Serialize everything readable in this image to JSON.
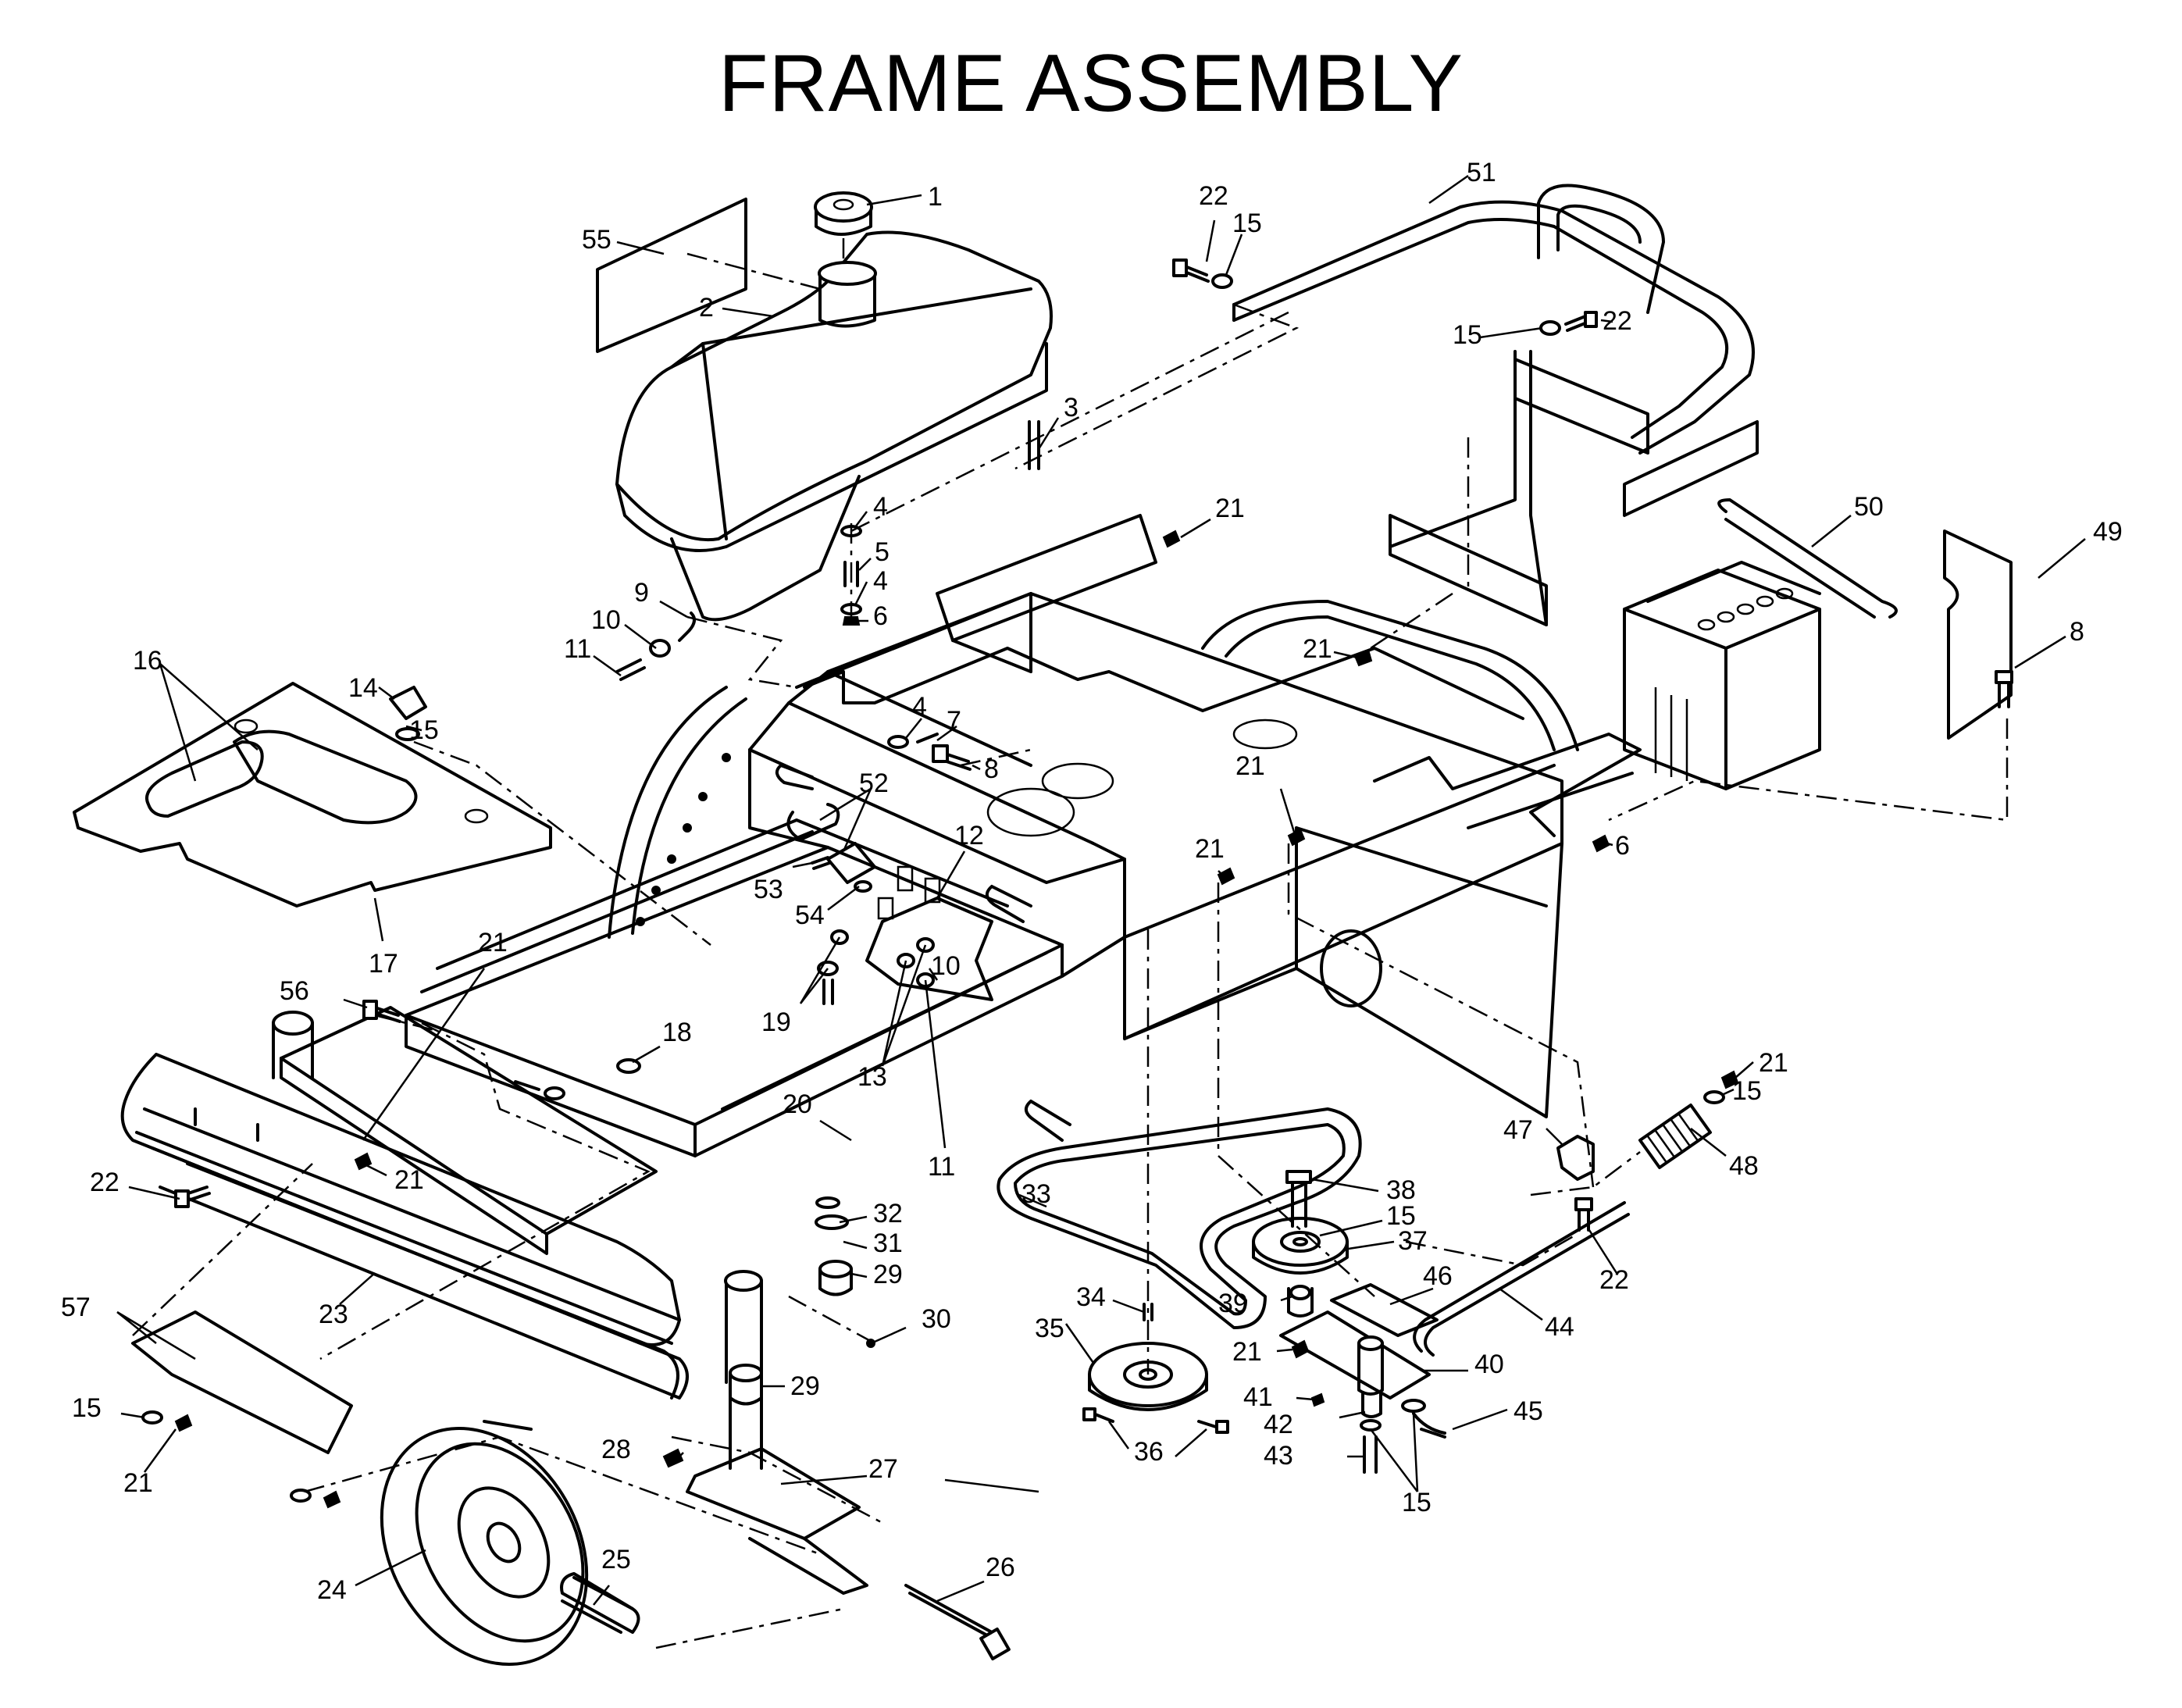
{
  "title": "FRAME ASSEMBLY",
  "callouts": [
    {
      "label": "1"
    },
    {
      "label": "2"
    },
    {
      "label": "3"
    },
    {
      "label": "4"
    },
    {
      "label": "5"
    },
    {
      "label": "4"
    },
    {
      "label": "6"
    },
    {
      "label": "9"
    },
    {
      "label": "10"
    },
    {
      "label": "11"
    },
    {
      "label": "55"
    },
    {
      "label": "22"
    },
    {
      "label": "15"
    },
    {
      "label": "51"
    },
    {
      "label": "15"
    },
    {
      "label": "22"
    },
    {
      "label": "21"
    },
    {
      "label": "50"
    },
    {
      "label": "49"
    },
    {
      "label": "8"
    },
    {
      "label": "21"
    },
    {
      "label": "6"
    },
    {
      "label": "16"
    },
    {
      "label": "14"
    },
    {
      "label": "15"
    },
    {
      "label": "17"
    },
    {
      "label": "4"
    },
    {
      "label": "7"
    },
    {
      "label": "8"
    },
    {
      "label": "52"
    },
    {
      "label": "53"
    },
    {
      "label": "54"
    },
    {
      "label": "12"
    },
    {
      "label": "10"
    },
    {
      "label": "19"
    },
    {
      "label": "13"
    },
    {
      "label": "11"
    },
    {
      "label": "21"
    },
    {
      "label": "21"
    },
    {
      "label": "21"
    },
    {
      "label": "56"
    },
    {
      "label": "18"
    },
    {
      "label": "20"
    },
    {
      "label": "22"
    },
    {
      "label": "21"
    },
    {
      "label": "23"
    },
    {
      "label": "57"
    },
    {
      "label": "15"
    },
    {
      "label": "21"
    },
    {
      "label": "32"
    },
    {
      "label": "31"
    },
    {
      "label": "29"
    },
    {
      "label": "30"
    },
    {
      "label": "29"
    },
    {
      "label": "28"
    },
    {
      "label": "27"
    },
    {
      "label": "24"
    },
    {
      "label": "25"
    },
    {
      "label": "26"
    },
    {
      "label": "33"
    },
    {
      "label": "34"
    },
    {
      "label": "35"
    },
    {
      "label": "36"
    },
    {
      "label": "38"
    },
    {
      "label": "15"
    },
    {
      "label": "37"
    },
    {
      "label": "39"
    },
    {
      "label": "46"
    },
    {
      "label": "21"
    },
    {
      "label": "41"
    },
    {
      "label": "42"
    },
    {
      "label": "43"
    },
    {
      "label": "40"
    },
    {
      "label": "15"
    },
    {
      "label": "45"
    },
    {
      "label": "44"
    },
    {
      "label": "47"
    },
    {
      "label": "48"
    },
    {
      "label": "22"
    },
    {
      "label": "21"
    },
    {
      "label": "15"
    }
  ]
}
